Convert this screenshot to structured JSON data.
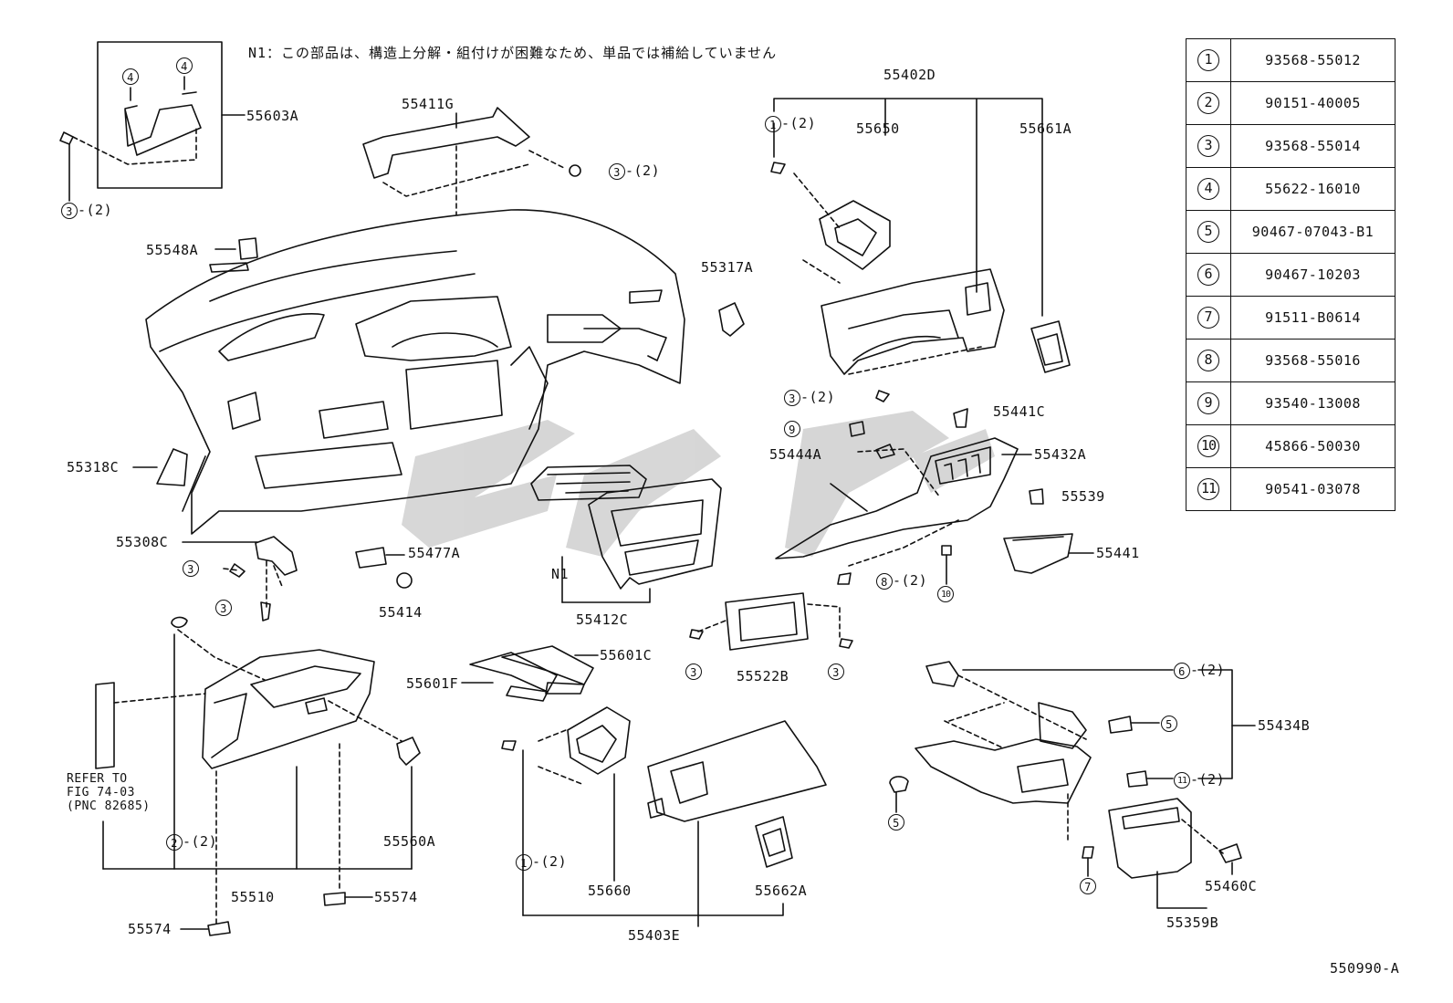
{
  "note": "N1：この部品は、構造上分解・組付けが困難なため、単品では補給していません",
  "legend": [
    {
      "num": "1",
      "part": "93568-55012"
    },
    {
      "num": "2",
      "part": "90151-40005"
    },
    {
      "num": "3",
      "part": "93568-55014"
    },
    {
      "num": "4",
      "part": "55622-16010"
    },
    {
      "num": "5",
      "part": "90467-07043-B1"
    },
    {
      "num": "6",
      "part": "90467-10203"
    },
    {
      "num": "7",
      "part": "91511-B0614"
    },
    {
      "num": "8",
      "part": "93568-55016"
    },
    {
      "num": "9",
      "part": "93540-13008"
    },
    {
      "num": "10",
      "part": "45866-50030"
    },
    {
      "num": "11",
      "part": "90541-03078"
    }
  ],
  "callouts": {
    "c55603A": "55603A",
    "c55411G": "55411G",
    "c55402D": "55402D",
    "c55650": "55650",
    "c55661A": "55661A",
    "c55548A": "55548A",
    "c55317A": "55317A",
    "c55441C": "55441C",
    "c55444A": "55444A",
    "c55432A": "55432A",
    "c55318C": "55318C",
    "c55539": "55539",
    "c55308C": "55308C",
    "c55477A": "55477A",
    "c55441": "55441",
    "c55414": "55414",
    "n1": "N1",
    "c55412C": "55412C",
    "c55601C": "55601C",
    "c55601F": "55601F",
    "c55522B": "55522B",
    "c55434B": "55434B",
    "c55560A": "55560A",
    "c55510": "55510",
    "c55574a": "55574",
    "c55574b": "55574",
    "c55660": "55660",
    "c55662A": "55662A",
    "c55403E": "55403E",
    "c55460C": "55460C",
    "c55359B": "55359B"
  },
  "fastener_tags": {
    "qty2": "-(2)",
    "n1": "1",
    "n2": "2",
    "n3": "3",
    "n4": "4",
    "n5": "5",
    "n6": "6",
    "n7": "7",
    "n8": "8",
    "n9": "9",
    "n10": "10",
    "n11": "11"
  },
  "refer_note": "REFER TO\nFIG 74-03\n(PNC 82685)",
  "figure_code": "550990-A"
}
